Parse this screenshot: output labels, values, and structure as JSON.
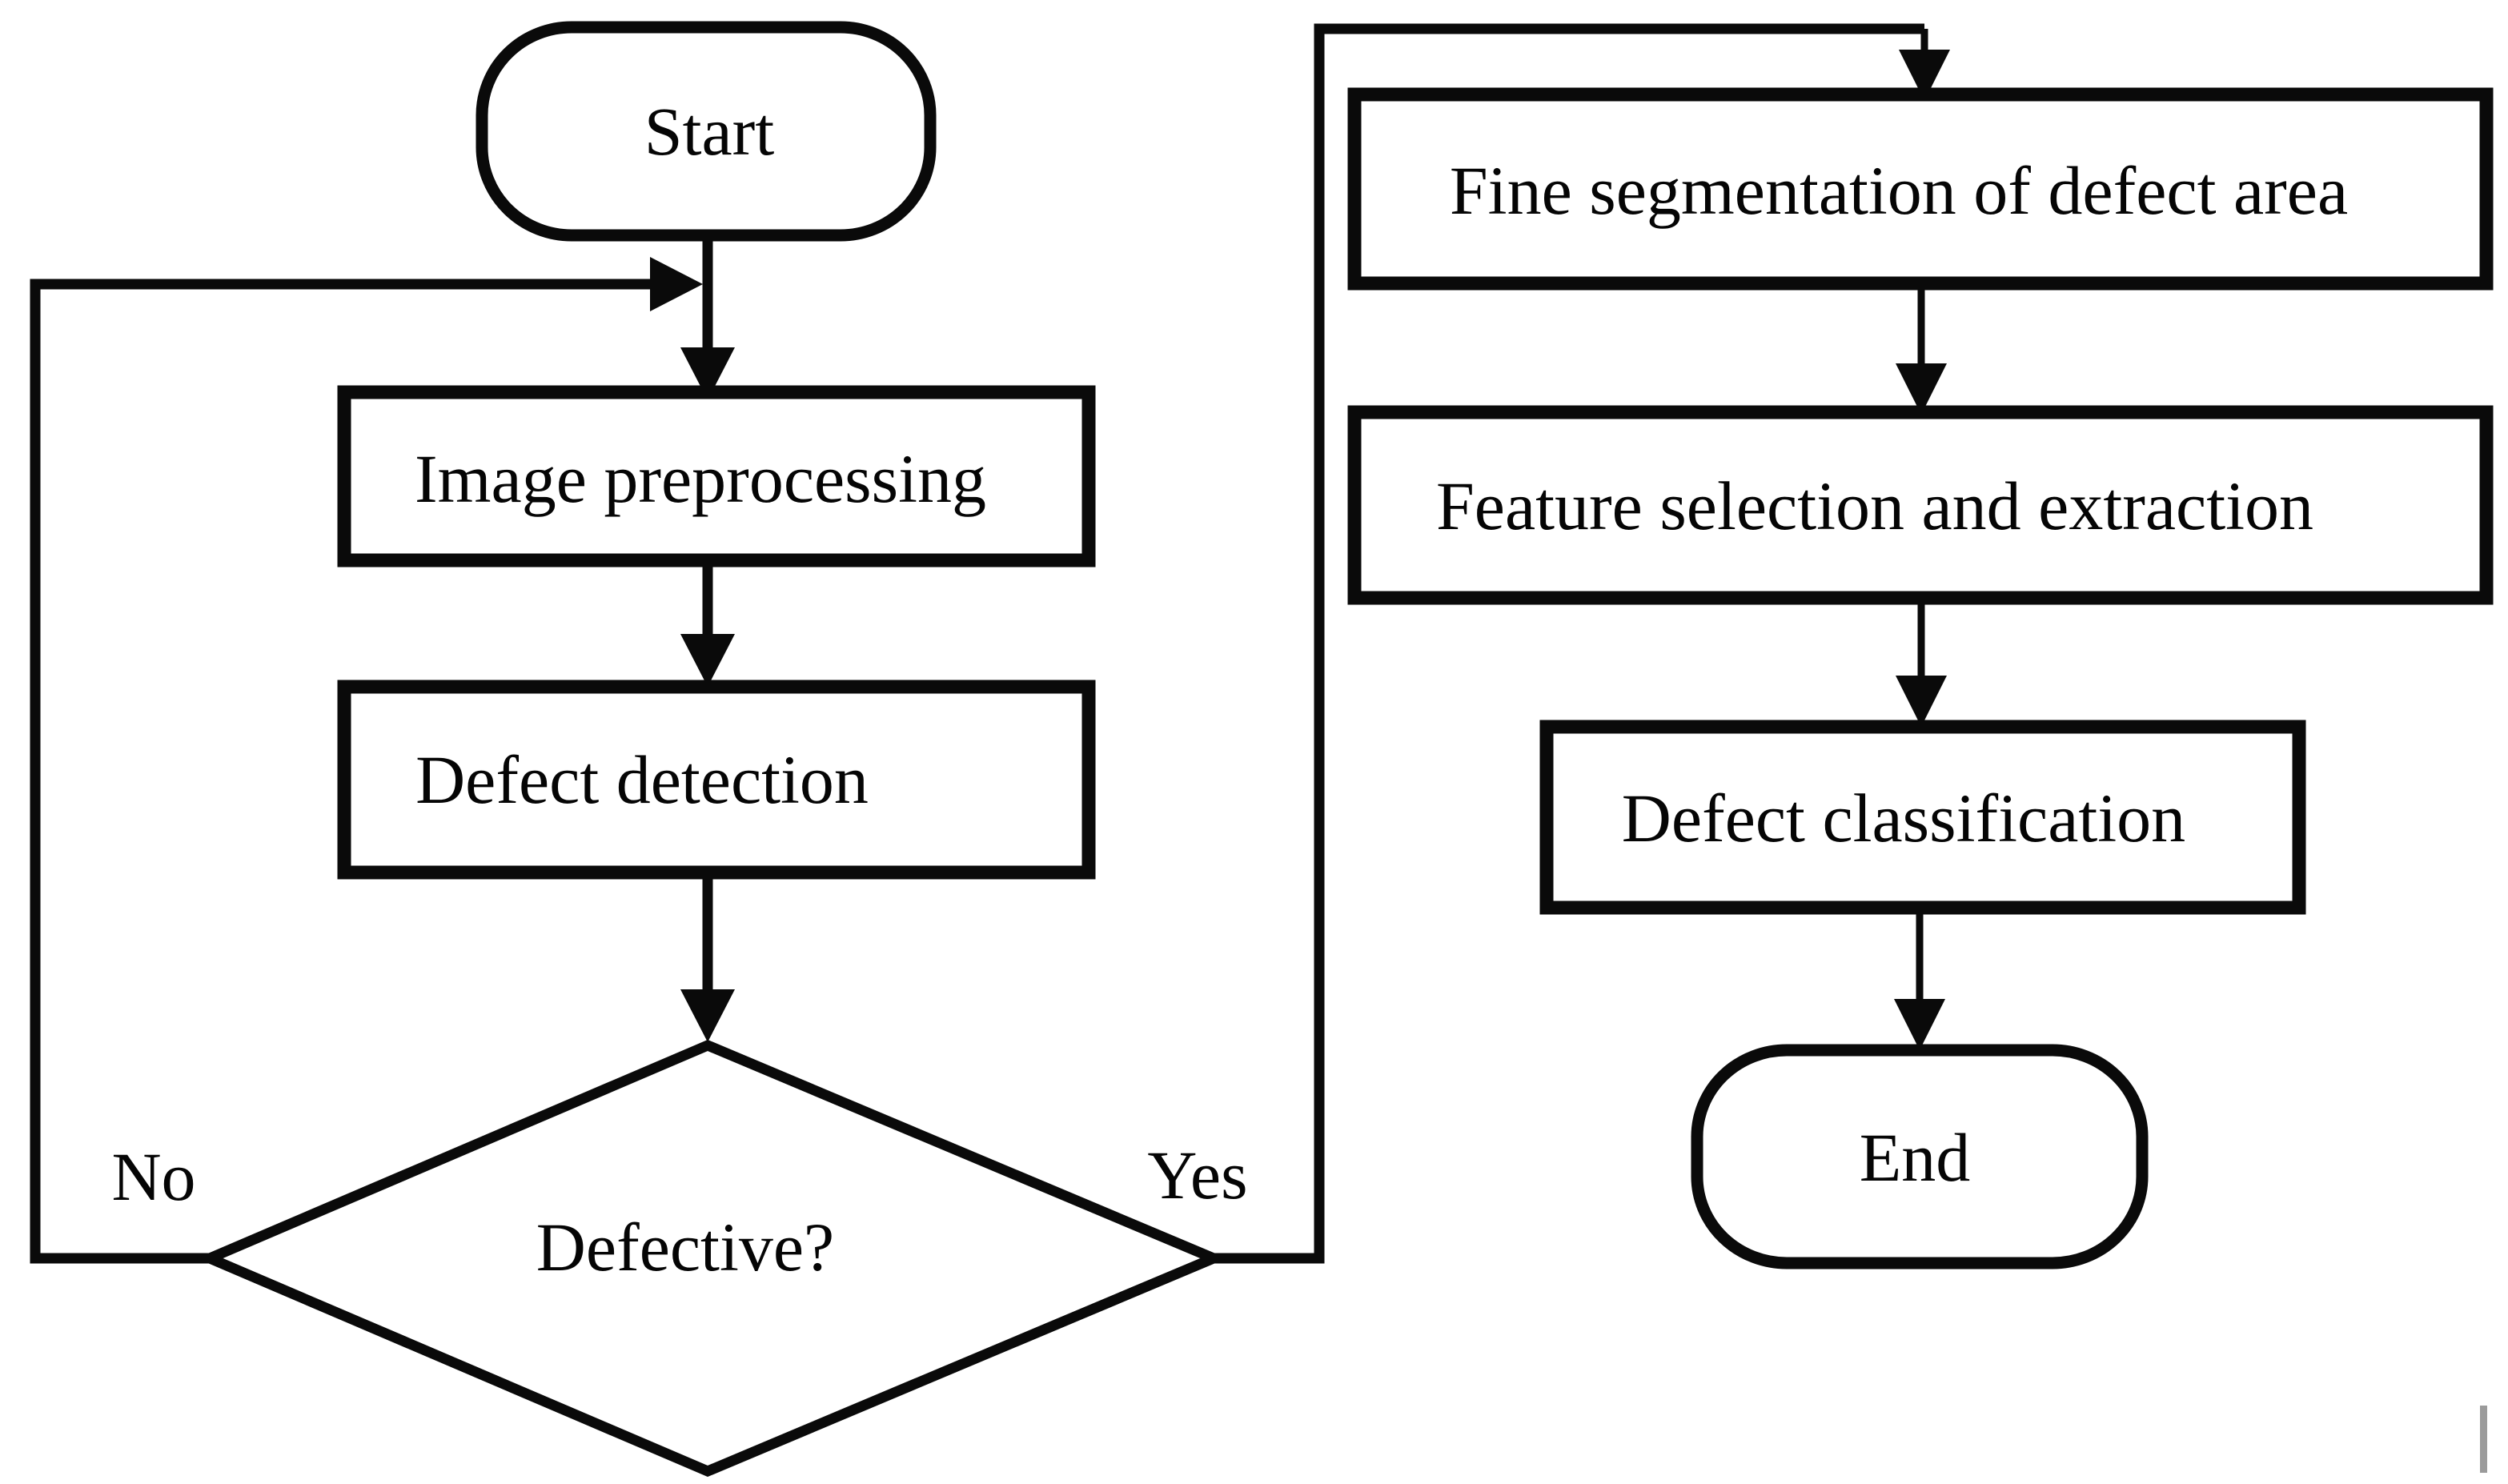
{
  "figure": {
    "type": "flowchart",
    "background_color": "#ffffff",
    "stroke_color": "#0a0a0a",
    "text_color": "#050505",
    "cursor_artifact_color": "#9b9b9b"
  },
  "nodes": [
    {
      "id": "start",
      "shape": "terminator",
      "label": "Start"
    },
    {
      "id": "image-preprocessing",
      "shape": "process",
      "label": "Image preprocessing"
    },
    {
      "id": "defect-detection",
      "shape": "process",
      "label": "Defect detection"
    },
    {
      "id": "defective",
      "shape": "decision",
      "label": "Defective?"
    },
    {
      "id": "fine-segmentation",
      "shape": "process",
      "label": "Fine segmentation of defect area"
    },
    {
      "id": "feature-selection",
      "shape": "process",
      "label": "Feature selection and extraction"
    },
    {
      "id": "defect-classification",
      "shape": "process",
      "label": "Defect classification"
    },
    {
      "id": "end",
      "shape": "terminator",
      "label": "End"
    }
  ],
  "edge_labels": {
    "no": "No",
    "yes": "Yes"
  },
  "edges": [
    {
      "from": "start",
      "to": "image-preprocessing"
    },
    {
      "from": "image-preprocessing",
      "to": "defect-detection"
    },
    {
      "from": "defect-detection",
      "to": "defective"
    },
    {
      "from": "defective",
      "to": "image-preprocessing",
      "label": "No"
    },
    {
      "from": "defective",
      "to": "fine-segmentation",
      "label": "Yes"
    },
    {
      "from": "fine-segmentation",
      "to": "feature-selection"
    },
    {
      "from": "feature-selection",
      "to": "defect-classification"
    },
    {
      "from": "defect-classification",
      "to": "end"
    }
  ]
}
